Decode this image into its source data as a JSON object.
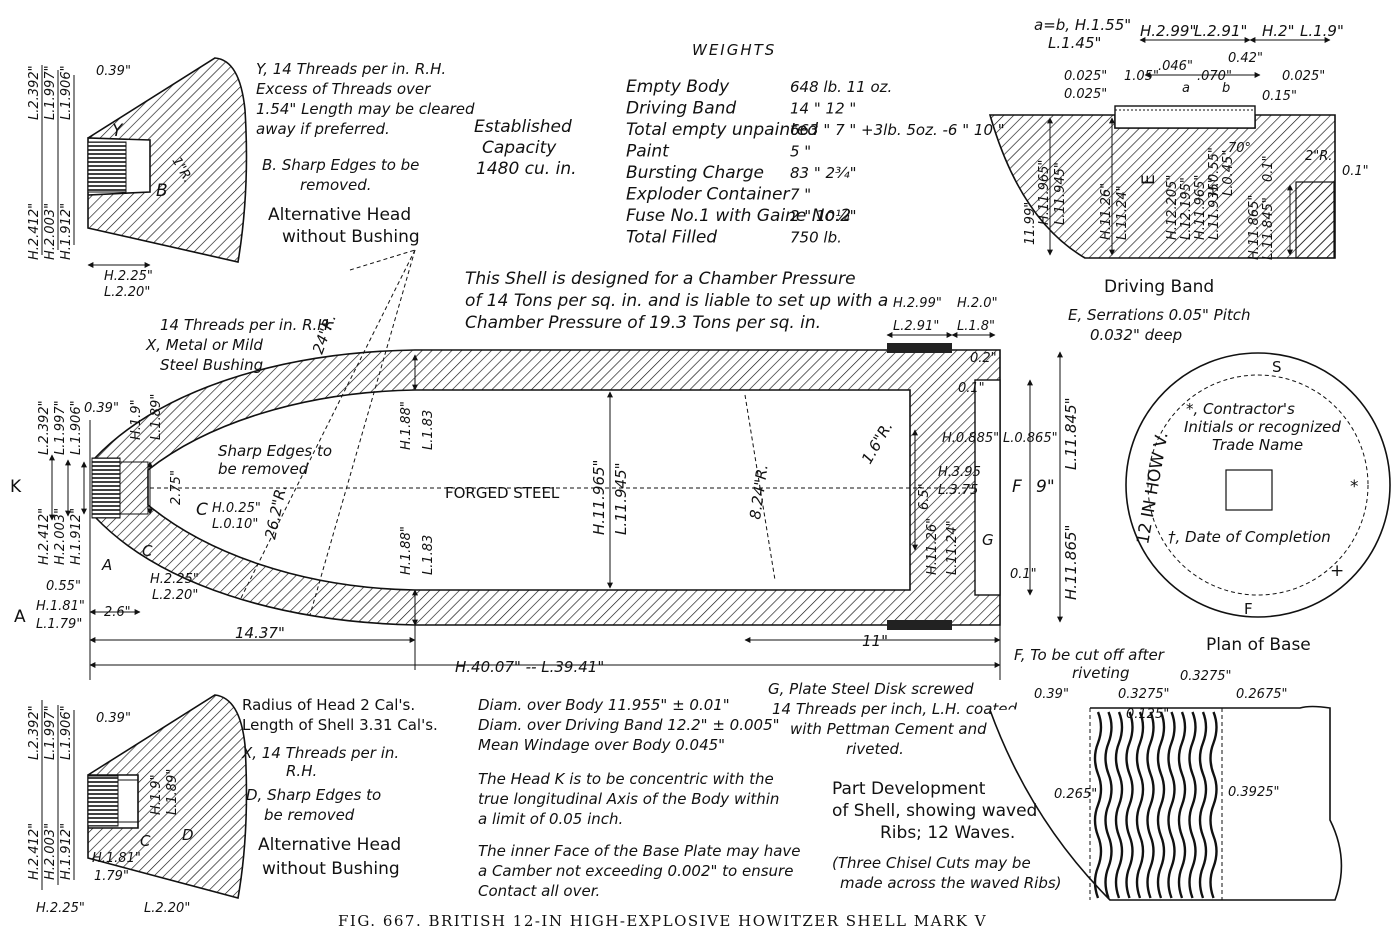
{
  "caption": "FIG. 667.  BRITISH 12-IN HIGH-EXPLOSIVE HOWITZER SHELL MARK V",
  "weights": {
    "title": "WEIGHTS",
    "rows": [
      {
        "item": "Empty Body",
        "value": "648 lb. 11 oz."
      },
      {
        "item": "Driving Band",
        "value": "14 \"   12 \""
      },
      {
        "item": "Total empty unpainted",
        "value": "663 \"   7 \" +3lb. 5oz. -6 \" 10 \""
      },
      {
        "item": "Paint",
        "value": "5 \""
      },
      {
        "item": "Bursting Charge",
        "value": "83 \"   2¾\""
      },
      {
        "item": "Exploder Container",
        "value": "7 \""
      },
      {
        "item": "Fuse No.1 with Gaine No.2",
        "value": "2 \"   10¼\""
      },
      {
        "item": "Total Filled",
        "value": "750 lb."
      }
    ]
  },
  "capacity": [
    "Established",
    "Capacity",
    "1480 cu. in."
  ],
  "pressure_note": [
    "This Shell is designed for a Chamber Pressure",
    "of 14 Tons per sq. in. and is liable to set up with a",
    "Chamber Pressure of 19.3 Tons per sq. in."
  ],
  "top_left": {
    "note_y": [
      "Y, 14 Threads per in. R.H.",
      "Excess of Threads over",
      "1.54\" Length may be cleared",
      "away if preferred."
    ],
    "note_b": [
      "B. Sharp Edges to be",
      "removed."
    ],
    "alt_head": [
      "Alternative Head",
      "without Bushing"
    ],
    "dims": [
      "0.39\"",
      "L.2.392\"",
      "L.1.997\"",
      "L.1.906\"",
      "H.2.412\"",
      "H.2.003\"",
      "H.1.912\"",
      "H.2.25\"",
      "L.2.20\"",
      "Y",
      "B",
      "1\"R."
    ]
  },
  "main": {
    "forged_steel": "FORGED STEEL",
    "note_x": [
      "14 Threads per in. R.H.",
      "X, Metal or Mild",
      "Steel Bushing"
    ],
    "sharp_edges": [
      "Sharp Edges to",
      "be removed"
    ],
    "c_note": [
      "C",
      "H.0.25\"",
      "L.0.10\""
    ],
    "radii": [
      "24\"R.",
      "26.2\"R.",
      "8.24\"R.",
      "1.6\"R."
    ],
    "body_dims": [
      "H.1.88\"",
      "L.1.83",
      "H.1.88\"",
      "L.1.83",
      "H.11.965\"",
      "L.11.945\""
    ],
    "head_dims": [
      "0.39\"",
      "H.1.9\"",
      "L.1.89\"",
      "L.2.392\"",
      "L.1.997\"",
      "L.1.906\"",
      "H.2.412\"",
      "H.2.003\"",
      "H.1.912\"",
      "2.75\"",
      "K",
      "C",
      "A",
      "0.55\"",
      "H.2.25\"",
      "L.2.20\"",
      "H.1.81\"",
      "L.1.79\"",
      "2.6\"",
      "A"
    ],
    "lengths": [
      "14.37\"",
      "H.40.07\" -- L.39.41\"",
      "11\""
    ],
    "band_dims": [
      "H.2.99\"",
      "L.2.91\"",
      "H.2.0\"",
      "L.1.8\""
    ],
    "base_dims": [
      "0.2\"",
      "0.1\"",
      "H.0.885\"",
      "L.0.865\"",
      "H.3.95",
      "L.3.75",
      "6.5\"",
      "H.11.26\"",
      "L.11.24\"",
      "F",
      "9\"",
      "G",
      "0.1\"",
      "L.11.845\"",
      "H.11.865\""
    ]
  },
  "driving_band": {
    "title": "Driving Band",
    "note_e": [
      "E, Serrations 0.05\" Pitch",
      "0.032\" deep"
    ],
    "dims": [
      "a=b, H.1.55\"",
      "L.1.45\"",
      "H.2.99\"",
      "L.2.91\"",
      "H.2\"",
      "L.1.9\"",
      "0.025\"",
      "0.025\"",
      "1.05\"",
      ".046\"",
      ".070\"",
      "0.42\"",
      "0.025\"",
      "0.15\"",
      "a",
      "b",
      "70°",
      "2\"R.",
      "0.1\"",
      "0.1\"",
      "H.11.965\"",
      "L.11.945\"",
      "11.99\"",
      "H.11.26\"",
      "L.11.24\"",
      "E",
      "H.12.205\"",
      "L.12.195\"",
      "H.11.965\"",
      "L.11.935\"",
      "H.0.55\"",
      "L.0.45\"",
      "H.11.865\"",
      "L.11.845\""
    ]
  },
  "plan_of_base": {
    "title": "Plan of Base",
    "stamp": "12 IN HOW V.",
    "note_star": [
      "*, Contractor's",
      "Initials or recognized",
      "Trade Name"
    ],
    "note_dagger": "†, Date of Completion",
    "marks": [
      "S",
      "*",
      "+",
      "F"
    ]
  },
  "bottom_left": {
    "dims": [
      "0.39\"",
      "L.2.392\"",
      "L.1.997\"",
      "L.1.906\"",
      "H.2.412\"",
      "H.2.003\"",
      "H.1.912\"",
      "H.2.25\"",
      "1.79\"",
      "L.2.20\"",
      "H.1.9\"",
      "L.1.89\"",
      "C",
      "D",
      "H.1.81\""
    ],
    "text": [
      "Radius of Head  2 Cal's.",
      "Length of Shell  3.31 Cal's.",
      "X, 14 Threads per in.",
      "R.H.",
      "D, Sharp Edges to",
      "be removed"
    ],
    "alt_head": [
      "Alternative Head",
      "without Bushing"
    ]
  },
  "center_bottom_notes": [
    "Diam. over Body  11.955\" ± 0.01\"",
    "Diam. over Driving Band  12.2\" ± 0.005\"",
    "Mean Windage over Body  0.045\"",
    "The Head K is to be concentric with the",
    "true longitudinal Axis of the Body within",
    "a limit of 0.05 inch.",
    "The inner Face of the Base Plate may have",
    "a Camber not exceeding 0.002\" to ensure",
    "Contact all over."
  ],
  "note_f": [
    "F, To be cut off after",
    "riveting"
  ],
  "note_g": [
    "G, Plate Steel Disk screwed",
    "14 Threads per inch, L.H. coated",
    "with Pettman Cement and",
    "riveted."
  ],
  "development": {
    "title": [
      "Part Development",
      "of Shell, showing waved",
      "Ribs; 12 Waves."
    ],
    "chisel": [
      "(Three Chisel Cuts may be",
      "made across the waved Ribs)"
    ],
    "dims": [
      "0.39\"",
      "0.3275\"",
      "0.3275\"",
      "0.2675\"",
      "0.125\"",
      "0.265\"",
      "0.3925\""
    ]
  }
}
